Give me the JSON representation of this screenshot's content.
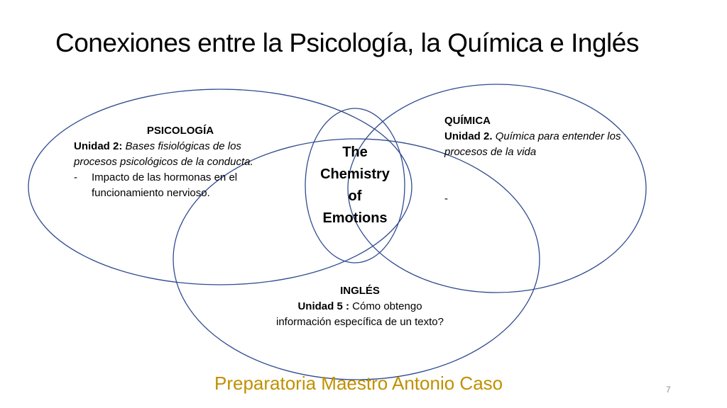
{
  "title": "Conexiones entre la Psicología, la Química e Inglés",
  "venn": {
    "stroke_color": "#2F4B8F",
    "center_label": [
      "The",
      "Chemistry",
      "of",
      "Emotions"
    ]
  },
  "psicologia": {
    "heading": "PSICOLOGÍA",
    "unit_label": "Unidad 2:",
    "unit_text": "Bases fisiológicas de los procesos psicológicos de la conducta.",
    "bullets": [
      {
        "marker": "-",
        "text": "Impacto de las hormonas en el funcionamiento nervioso."
      }
    ]
  },
  "quimica": {
    "heading": "QUÍMICA",
    "unit_label": "Unidad 2.",
    "unit_text": "Química para entender los procesos de la vida",
    "empty_bullet": "-"
  },
  "ingles": {
    "heading": "INGLÉS",
    "unit_label": "Unidad 5 :",
    "unit_text": "Cómo obtengo información específica de un texto?"
  },
  "footer": {
    "text": "Preparatoria Maestro Antonio Caso",
    "color": "#C09000"
  },
  "page_number": "7"
}
